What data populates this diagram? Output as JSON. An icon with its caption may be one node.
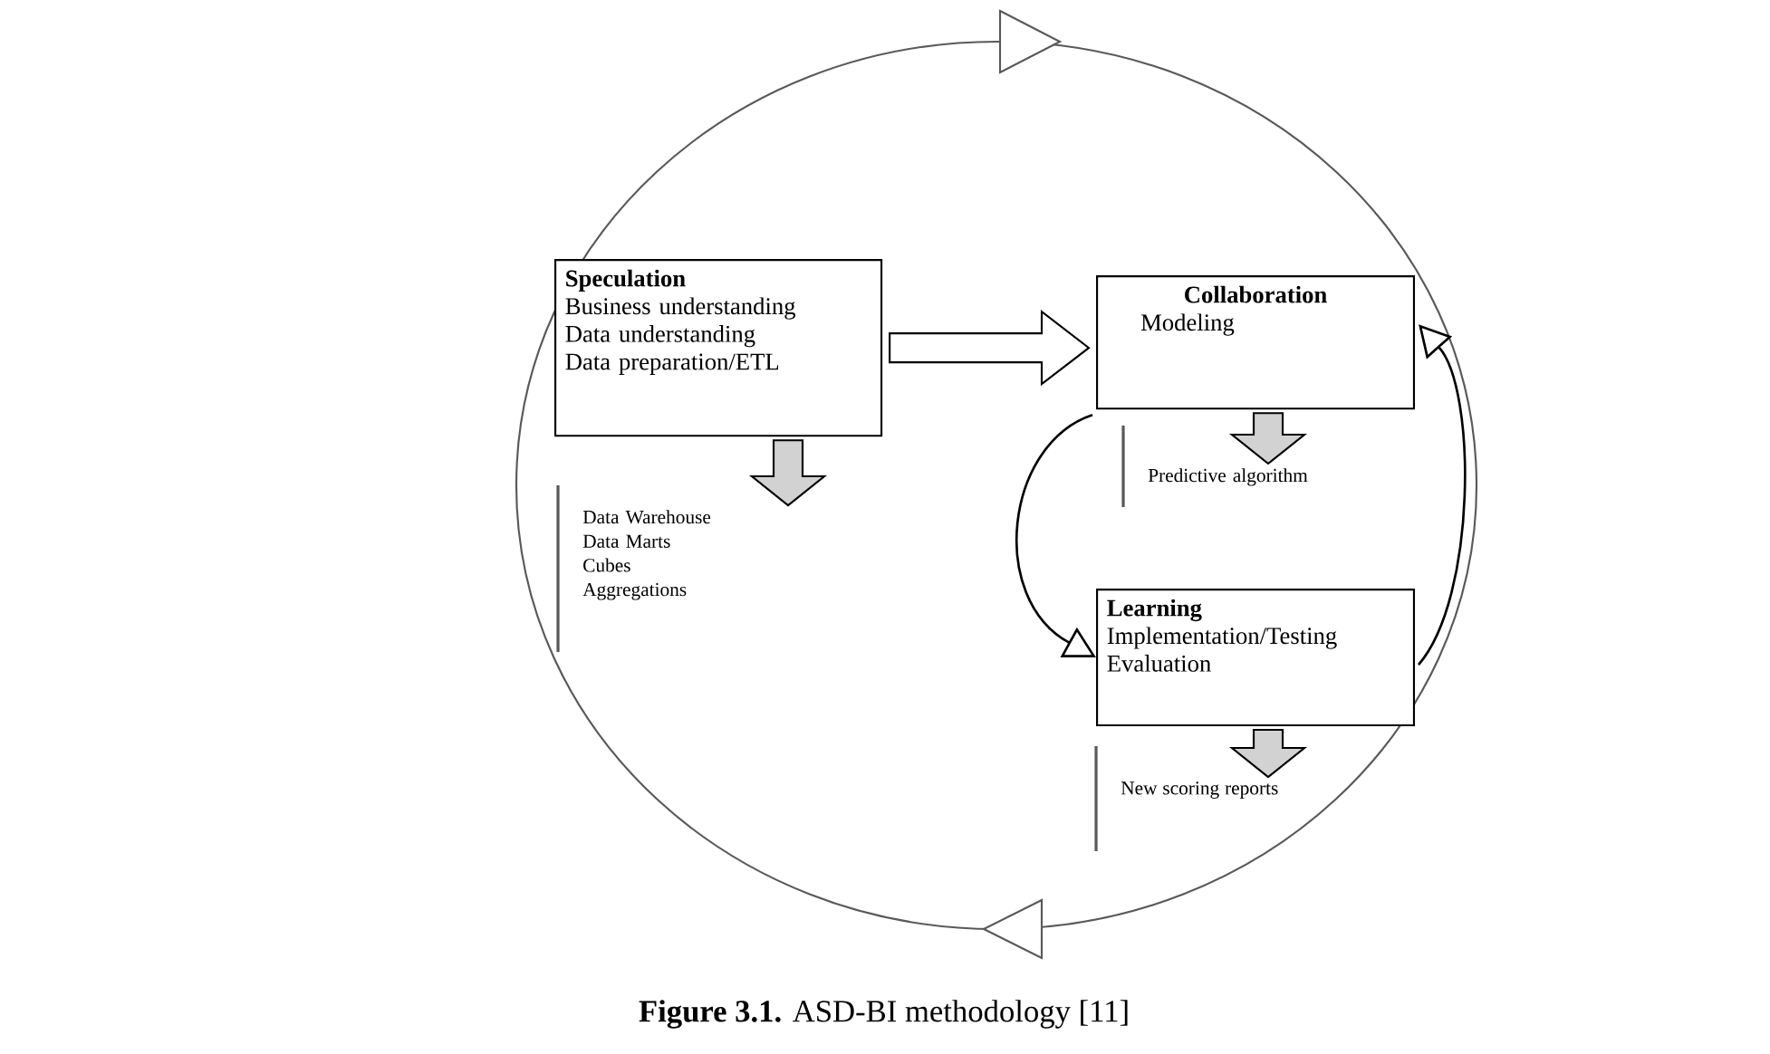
{
  "diagram": {
    "caption": "**Figure 3.1.** ASD-BI methodology [11]",
    "nodes": [
      {
        "text": [
          "Speculation",
          "Business understanding",
          "Data understanding",
          "Data preparation/ETL"
        ]
      },
      {
        "text": [
          "Collaboration",
          "Modeling"
        ]
      },
      {
        "text": [
          "Learning",
          "Implementation/Testing",
          "Evaluation"
        ]
      },
      {
        "text": [
          "Data Warehouse",
          "Data Marts",
          "Cubes",
          "Aggregations"
        ]
      },
      {
        "text": [
          "Predictive algorithm"
        ]
      },
      {
        "text": [
          "New scoring reports"
        ]
      }
    ],
    "edges": [
      {
        "from": 0,
        "to": 1,
        "arrow": "to"
      },
      {
        "from": 0,
        "to": 3,
        "arrow": "to"
      },
      {
        "from": 1,
        "to": 4,
        "arrow": "to"
      },
      {
        "from": 1,
        "to": 2,
        "arrow": "to"
      },
      {
        "from": 2,
        "to": 1,
        "arrow": "to"
      },
      {
        "from": 2,
        "to": 5,
        "arrow": "to"
      }
    ]
  }
}
